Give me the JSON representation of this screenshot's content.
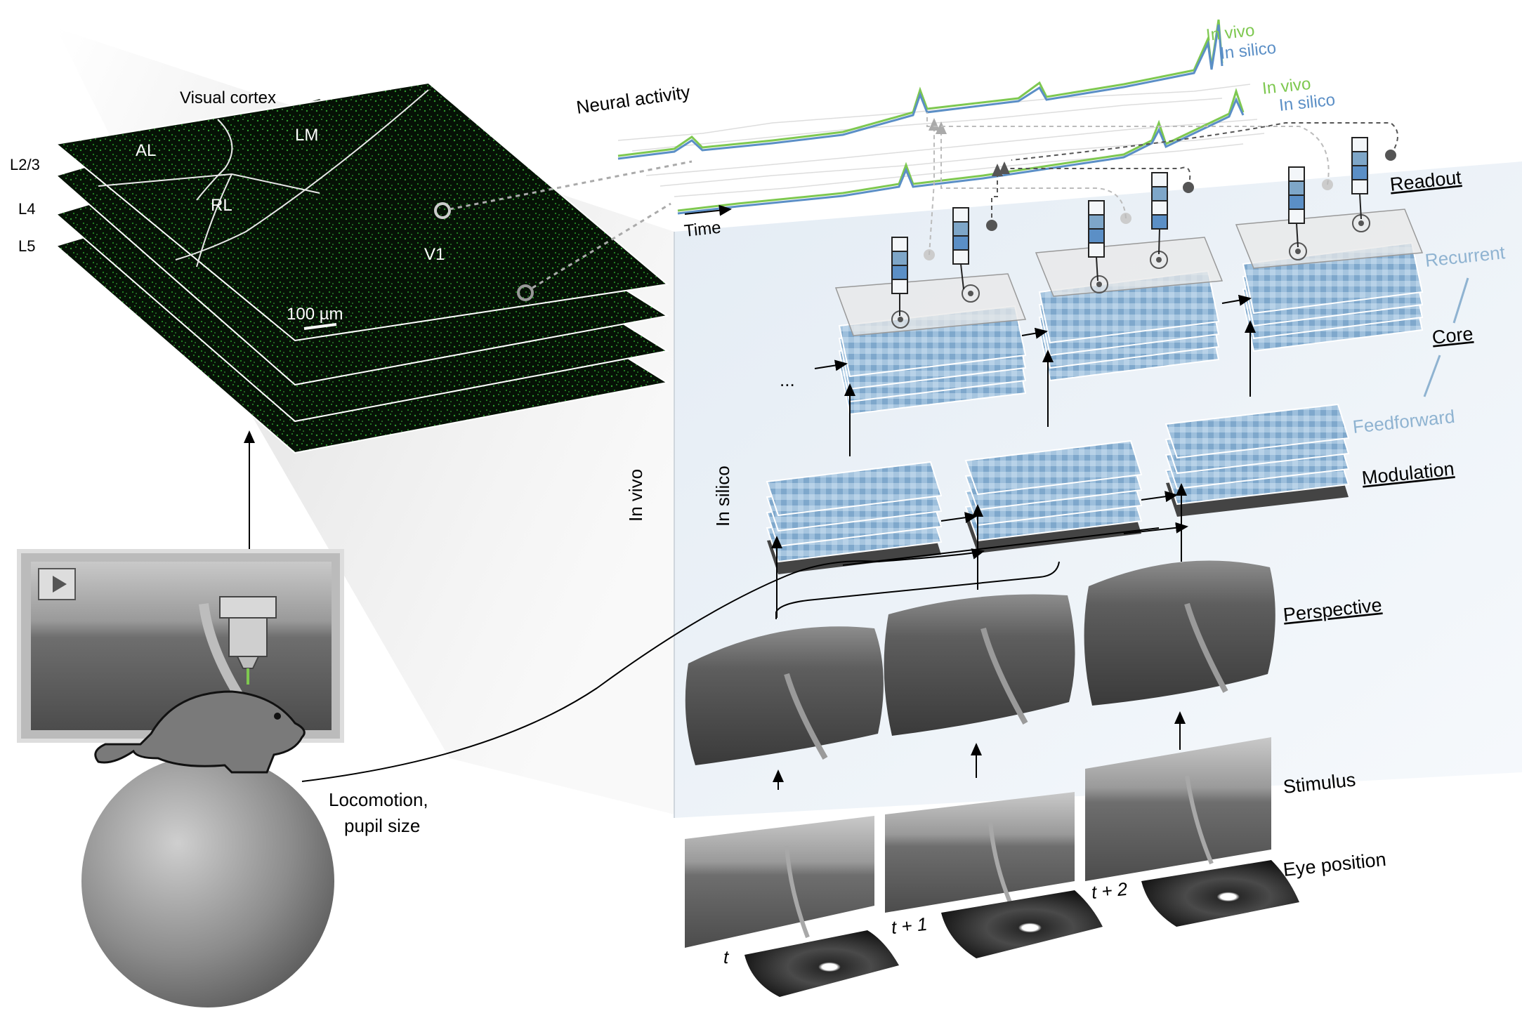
{
  "cortex": {
    "title": "Visual cortex",
    "layers": [
      "L2/3",
      "L4",
      "L5"
    ],
    "areas": {
      "al": "AL",
      "lm": "LM",
      "rl": "RL",
      "v1": "V1"
    },
    "scale_bar": "100 µm"
  },
  "neural": {
    "title": "Neural activity",
    "time_label": "Time",
    "legend_top": {
      "in_vivo": "In vivo",
      "in_silico": "In silico"
    },
    "legend_bottom": {
      "in_vivo": "In vivo",
      "in_silico": "In silico"
    }
  },
  "labels": {
    "in_vivo": "In vivo",
    "in_silico": "In silico",
    "ellipsis": "...",
    "readout": "Readout",
    "recurrent": "Recurrent",
    "core": "Core",
    "feedforward": "Feedforward",
    "modulation": "Modulation",
    "perspective": "Perspective",
    "stimulus": "Stimulus",
    "eye_position": "Eye position",
    "locomotion_line1": "Locomotion,",
    "locomotion_line2": "pupil size"
  },
  "time_steps": [
    "t",
    "t + 1",
    "t + 2"
  ],
  "colors": {
    "in_vivo": "#7ec850",
    "in_silico": "#5b8fc6",
    "feedforward": "#8fb3d1",
    "cortex_green": "#2fa02f",
    "panel": "#e7eef5"
  },
  "icons": {
    "video": "video-play-icon",
    "microscope": "microscope-objective-icon",
    "mouse": "mouse-silhouette-icon",
    "ball": "treadmill-ball-icon"
  }
}
